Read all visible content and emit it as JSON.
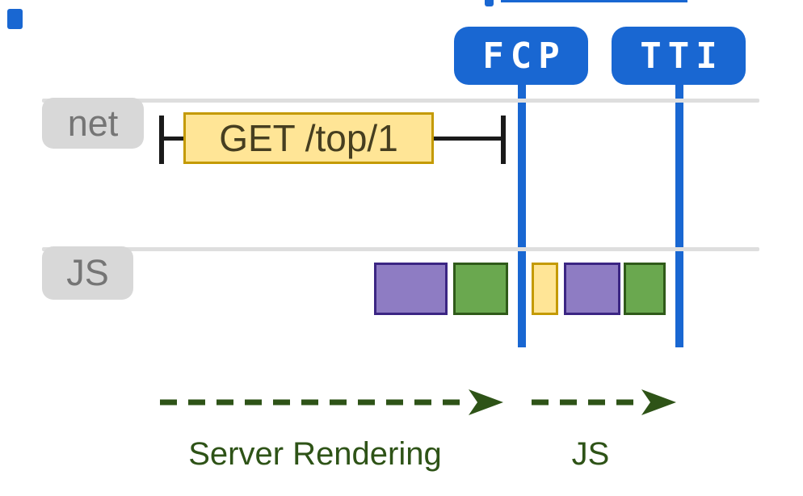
{
  "markers": [
    {
      "id": "fcp",
      "label": "FCP"
    },
    {
      "id": "tti",
      "label": "TTI"
    }
  ],
  "tracks": [
    {
      "id": "net",
      "label": "net"
    },
    {
      "id": "js",
      "label": "JS"
    }
  ],
  "network_request": {
    "label": "GET /top/1"
  },
  "js_blocks": {
    "before_fcp": [
      "purple",
      "green"
    ],
    "between_fcp_and_tti": [
      "yellow",
      "purple",
      "green"
    ]
  },
  "phases": [
    {
      "label": "Server Rendering"
    },
    {
      "label": "JS"
    }
  ],
  "colors": {
    "marker-blue": "#1967D2",
    "track-line": "#DEDEDE",
    "track-label-bg": "#D8D8D8",
    "track-label-text": "#757575",
    "request-fill": "#FFE596",
    "request-border": "#C49A02",
    "request-text": "#463E20",
    "purple-fill": "#8E7CC3",
    "purple-border": "#3B2583",
    "green-fill": "#6AA84F",
    "green-border": "#2F5A19",
    "yellow-fill": "#FFE596",
    "yellow-border": "#C49A02",
    "phase-green": "#2E5317",
    "io-tick": "#1A1A1A"
  }
}
